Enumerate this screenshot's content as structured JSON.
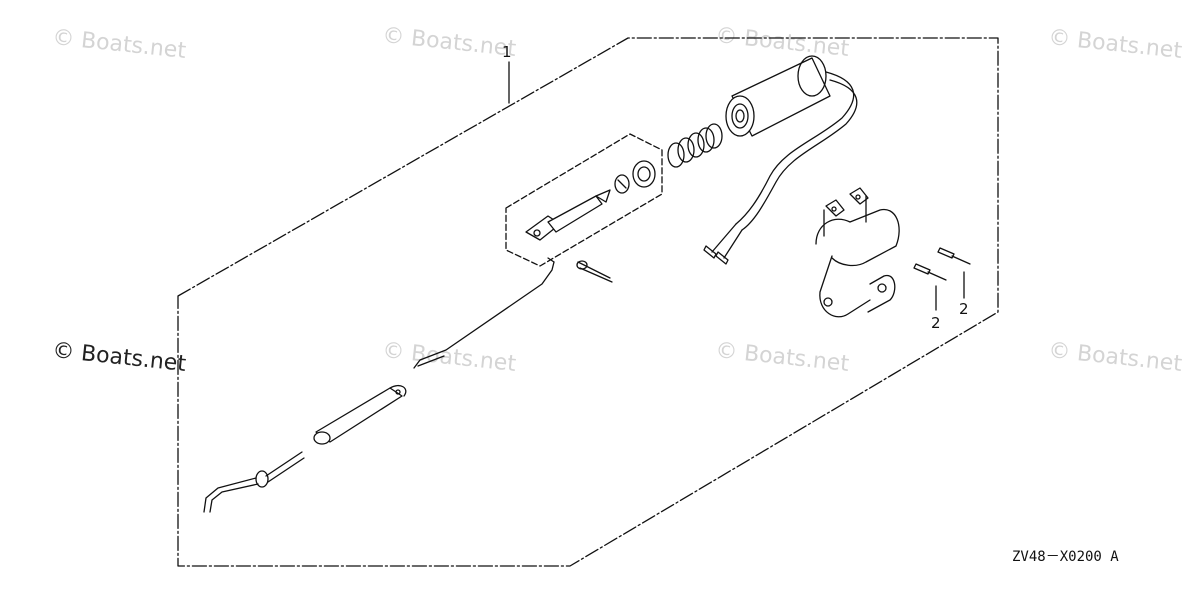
{
  "watermarks": {
    "w1": "© Boats.net",
    "w2": "© Boats.net",
    "w3": "© Boats.net",
    "w4": "© Boats.net",
    "w5": "© Boats.net",
    "w6": "© Boats.net",
    "w7": "© Boats.net",
    "w8": "© Boats.net"
  },
  "callouts": {
    "kit": "1",
    "screw_a": "2",
    "screw_b": "2"
  },
  "diagram_code": "ZV48－X0200 A"
}
